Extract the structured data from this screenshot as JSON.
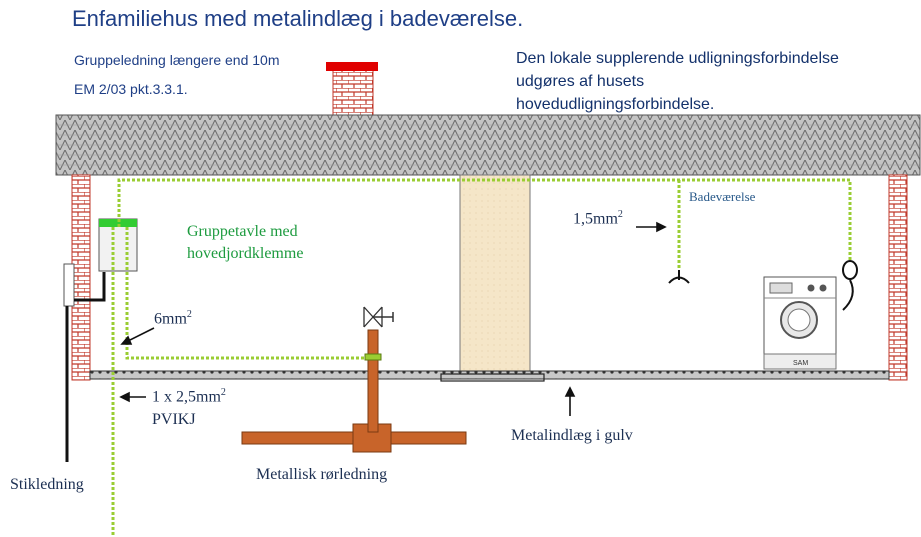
{
  "title": "Enfamiliehus med metalindlæg i badeværelse.",
  "notes": {
    "line1": "Gruppeledning længere end 10m",
    "line2": "EM 2/03 pkt.3.3.1."
  },
  "info": {
    "line1": "Den lokale supplerende udligningsforbindelse",
    "line2": "udgøres af husets",
    "line3": "hovedudligningsforbindelse."
  },
  "labels": {
    "group_panel_line1": "Gruppetavle med",
    "group_panel_line2": "hovedjordklemme",
    "bathroom": "Badeværelse",
    "wire_small": "1,5mm",
    "wire_small_exp": "2",
    "wire_mid": "6mm",
    "wire_mid_exp": "2",
    "cable_line1": "1 x 2,5mm",
    "cable_exp": "2",
    "cable_line2": "PVIKJ",
    "service_line": "Stikledning",
    "metal_pipe": "Metallisk rørledning",
    "floor_insert": "Metalindlæg i gulv",
    "washer_brand": "SAM"
  },
  "colors": {
    "roof": "#bdbdbd",
    "brick": "#c0392b",
    "chimney_cap": "#e00000",
    "ground_wire": "#9acd32",
    "pipe": "#c8642a",
    "text_blue": "#1f3f86",
    "text_green": "#1d9b3f"
  }
}
